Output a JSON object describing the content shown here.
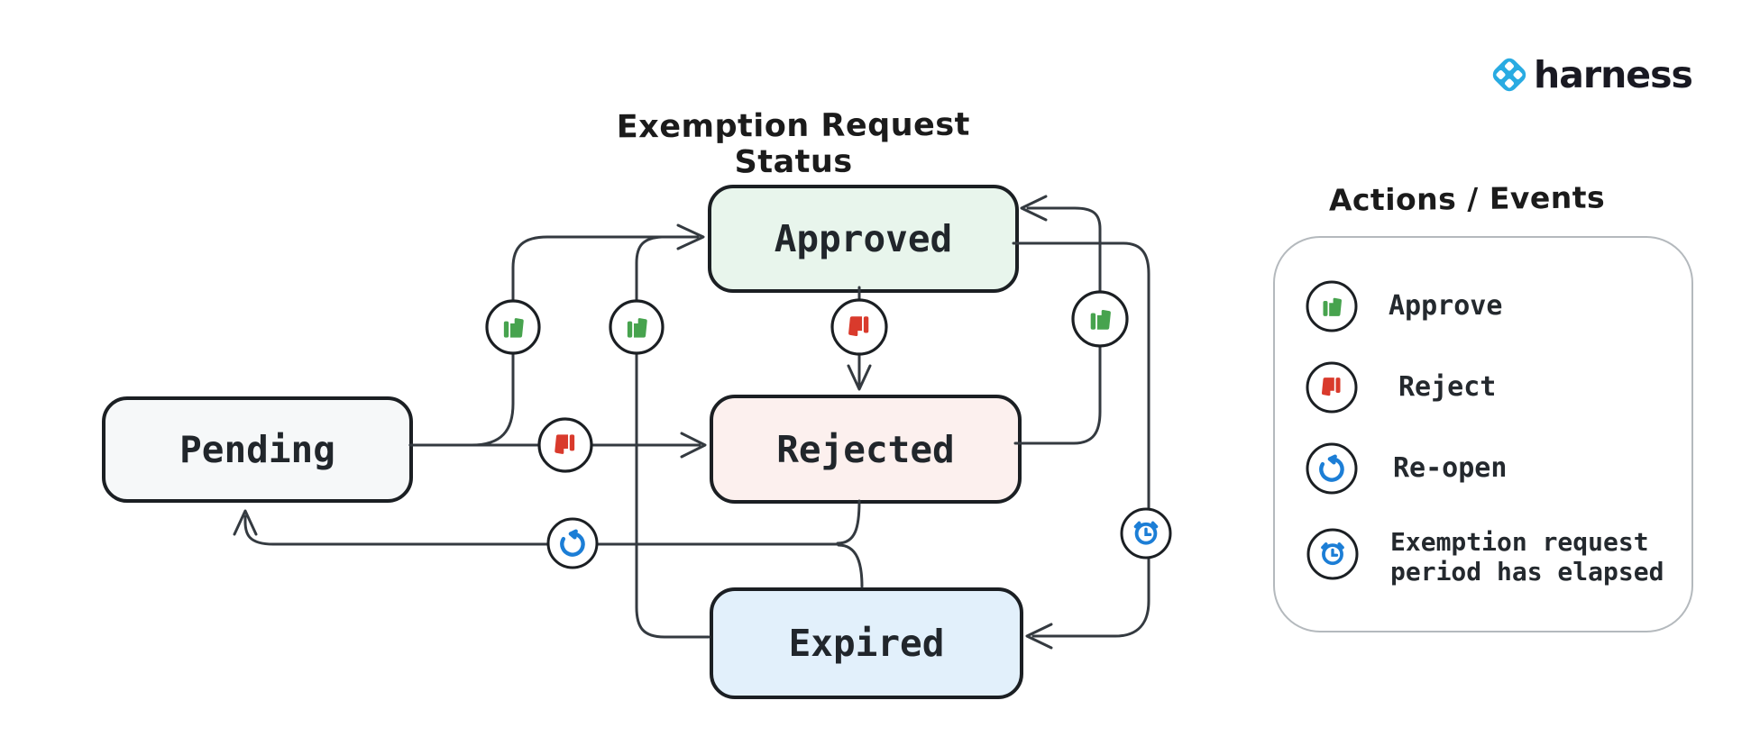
{
  "header": {
    "brand": "harness",
    "brand_color": "#29abe2",
    "brand_text_color": "#191922"
  },
  "diagram": {
    "title": "Exemption Request Status",
    "states": [
      {
        "id": "pending",
        "label": "Pending",
        "fill": "#f6f8f9"
      },
      {
        "id": "approved",
        "label": "Approved",
        "fill": "#e8f5ec"
      },
      {
        "id": "rejected",
        "label": "Rejected",
        "fill": "#fcf0ee"
      },
      {
        "id": "expired",
        "label": "Expired",
        "fill": "#e2f0fb"
      }
    ],
    "transitions": [
      {
        "from": "Pending",
        "to": "Approved",
        "action": "Approve"
      },
      {
        "from": "Pending",
        "to": "Rejected",
        "action": "Reject"
      },
      {
        "from": "Approved",
        "to": "Rejected",
        "action": "Reject"
      },
      {
        "from": "Rejected",
        "to": "Approved",
        "action": "Approve"
      },
      {
        "from": "Expired",
        "to": "Approved",
        "action": "Approve"
      },
      {
        "from": "Approved",
        "to": "Expired",
        "action": "Exemption request period has elapsed"
      },
      {
        "from": "Rejected",
        "to": "Pending",
        "action": "Re-open"
      },
      {
        "from": "Expired",
        "to": "Pending",
        "action": "Re-open"
      }
    ],
    "edge_color": "#343a40",
    "node_border_color": "#1b1f23"
  },
  "legend": {
    "title": "Actions / Events",
    "items": [
      {
        "icon": "thumbs-up-icon",
        "color": "#47a34e",
        "label": "Approve"
      },
      {
        "icon": "thumbs-down-icon",
        "color": "#d93a2c",
        "label": "Reject"
      },
      {
        "icon": "reopen-icon",
        "color": "#1c7ed6",
        "label": "Re-open"
      },
      {
        "icon": "alarm-clock-icon",
        "color": "#1c7ed6",
        "label": "Exemption request period has elapsed"
      }
    ]
  }
}
